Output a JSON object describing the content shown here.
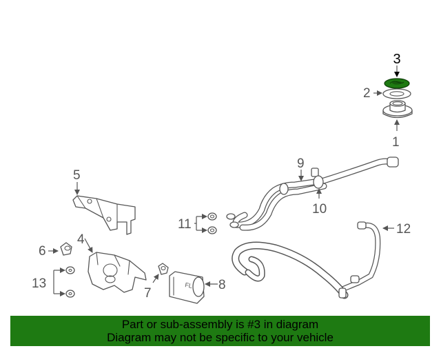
{
  "callouts": {
    "c1": "1",
    "c2": "2",
    "c3": "3",
    "c4": "4",
    "c5": "5",
    "c6": "6",
    "c7": "7",
    "c8": "8",
    "c9": "9",
    "c10": "10",
    "c11": "11",
    "c12": "12",
    "c13": "13"
  },
  "highlight_color": "#1e7a12",
  "banner": {
    "line1": "Part or sub-assembly is #3 in diagram",
    "line2": "Diagram may not be specific to your vehicle"
  }
}
